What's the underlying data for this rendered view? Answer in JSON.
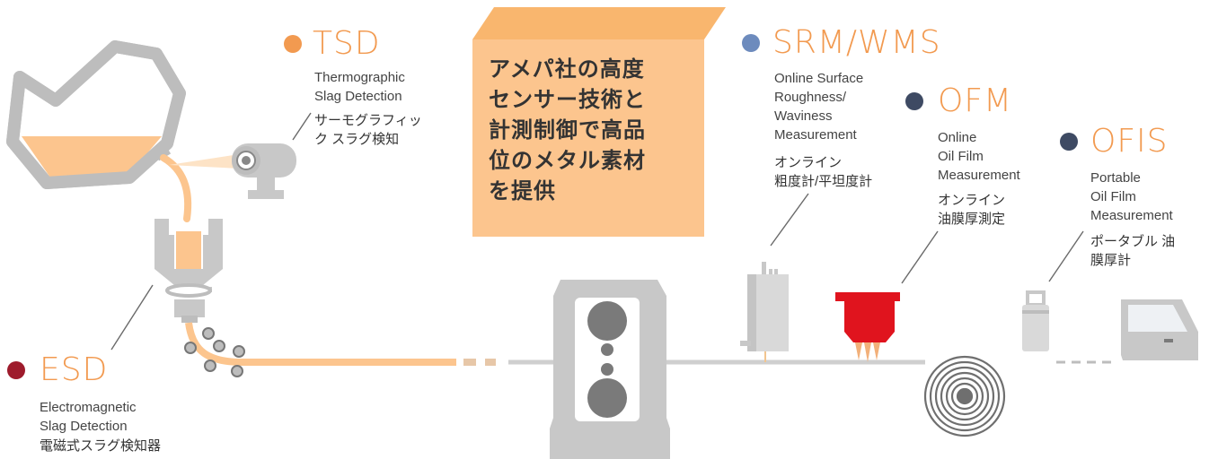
{
  "headline": "アメパ社の高度\nセンサー技術と\n計測制御で高品\n位のメタル素材\nを提供",
  "colors": {
    "orange": "#f29a50",
    "peach": "#fcc58e",
    "gray": "#bdbdbd",
    "dark_gray": "#777777",
    "red_device": "#e0141e",
    "dot_tsd": "#f29a50",
    "dot_esd": "#9e1b2c",
    "dot_srm": "#6d8bbd",
    "dot_ofm": "#3e4a63",
    "dot_ofis": "#3e4a63"
  },
  "sensors": {
    "tsd": {
      "abbr": "TSD",
      "en": "Thermographic\nSlag Detection",
      "ja": "サーモグラフィッ\nク スラグ検知"
    },
    "esd": {
      "abbr": "ESD",
      "en": "Electromagnetic\nSlag Detection",
      "ja": "電磁式スラグ検知器"
    },
    "srm": {
      "abbr": "SRM/WMS",
      "en": "Online Surface\nRoughness/\nWaviness\nMeasurement",
      "ja": "オンライン\n粗度計/平坦度計"
    },
    "ofm": {
      "abbr": "OFM",
      "en": "Online\nOil Film\nMeasurement",
      "ja": "オンライン\n油膜厚測定"
    },
    "ofis": {
      "abbr": "OFIS",
      "en": "Portable\nOil Film\nMeasurement",
      "ja": "ポータブル 油\n膜厚計"
    }
  }
}
